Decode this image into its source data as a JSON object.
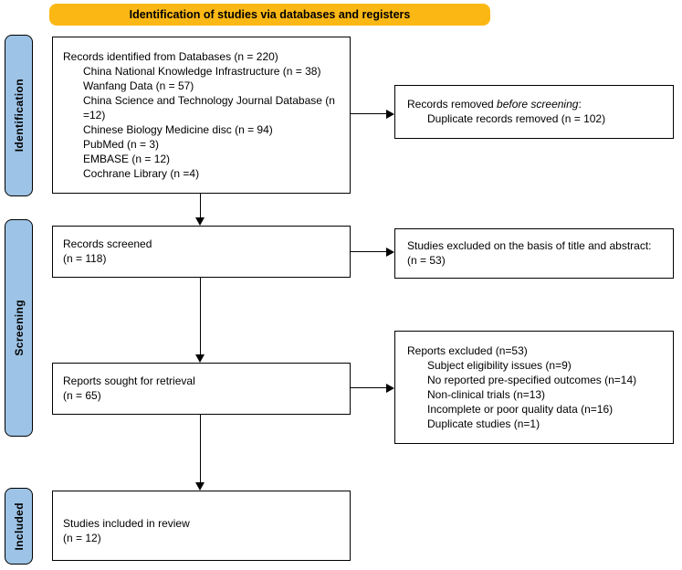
{
  "banner": {
    "label": "Identification of studies via databases and registers"
  },
  "colors": {
    "banner_bg": "#FBB815",
    "stage_bg": "#9DC3E6",
    "line": "#000000"
  },
  "sidebar": {
    "stages": [
      {
        "label": "Identification"
      },
      {
        "label": "Screening"
      },
      {
        "label": "Included"
      }
    ]
  },
  "boxes": {
    "identified": {
      "title": "Records identified from Databases (n = 220)",
      "items": [
        "China National Knowledge Infrastructure (n = 38)",
        "Wanfang Data (n = 57)",
        "China Science and Technology Journal Database (n =12)",
        "Chinese Biology Medicine disc (n = 94)",
        "PubMed (n = 3)",
        "EMBASE (n = 12)",
        "Cochrane Library (n =4)"
      ]
    },
    "removed": {
      "prefix": "Records removed ",
      "italic": "before screening",
      "suffix": ":",
      "items": [
        "Duplicate records removed (n = 102)"
      ]
    },
    "screened": {
      "line1": "Records screened",
      "line2": "(n = 118)"
    },
    "excluded_title_abstract": {
      "line1": "Studies excluded on the basis of title and abstract:",
      "line2": "(n = 53)"
    },
    "sought": {
      "line1": "Reports sought for retrieval",
      "line2": "(n = 65)"
    },
    "reports_excluded": {
      "title": "Reports excluded (n=53)",
      "items": [
        "Subject eligibility issues (n=9)",
        "No reported pre-specified outcomes (n=14)",
        "Non-clinical trials (n=13)",
        "Incomplete or poor quality data (n=16)",
        "Duplicate studies (n=1)"
      ]
    },
    "included": {
      "line1": "Studies included in review",
      "line2": "(n = 12)"
    }
  }
}
